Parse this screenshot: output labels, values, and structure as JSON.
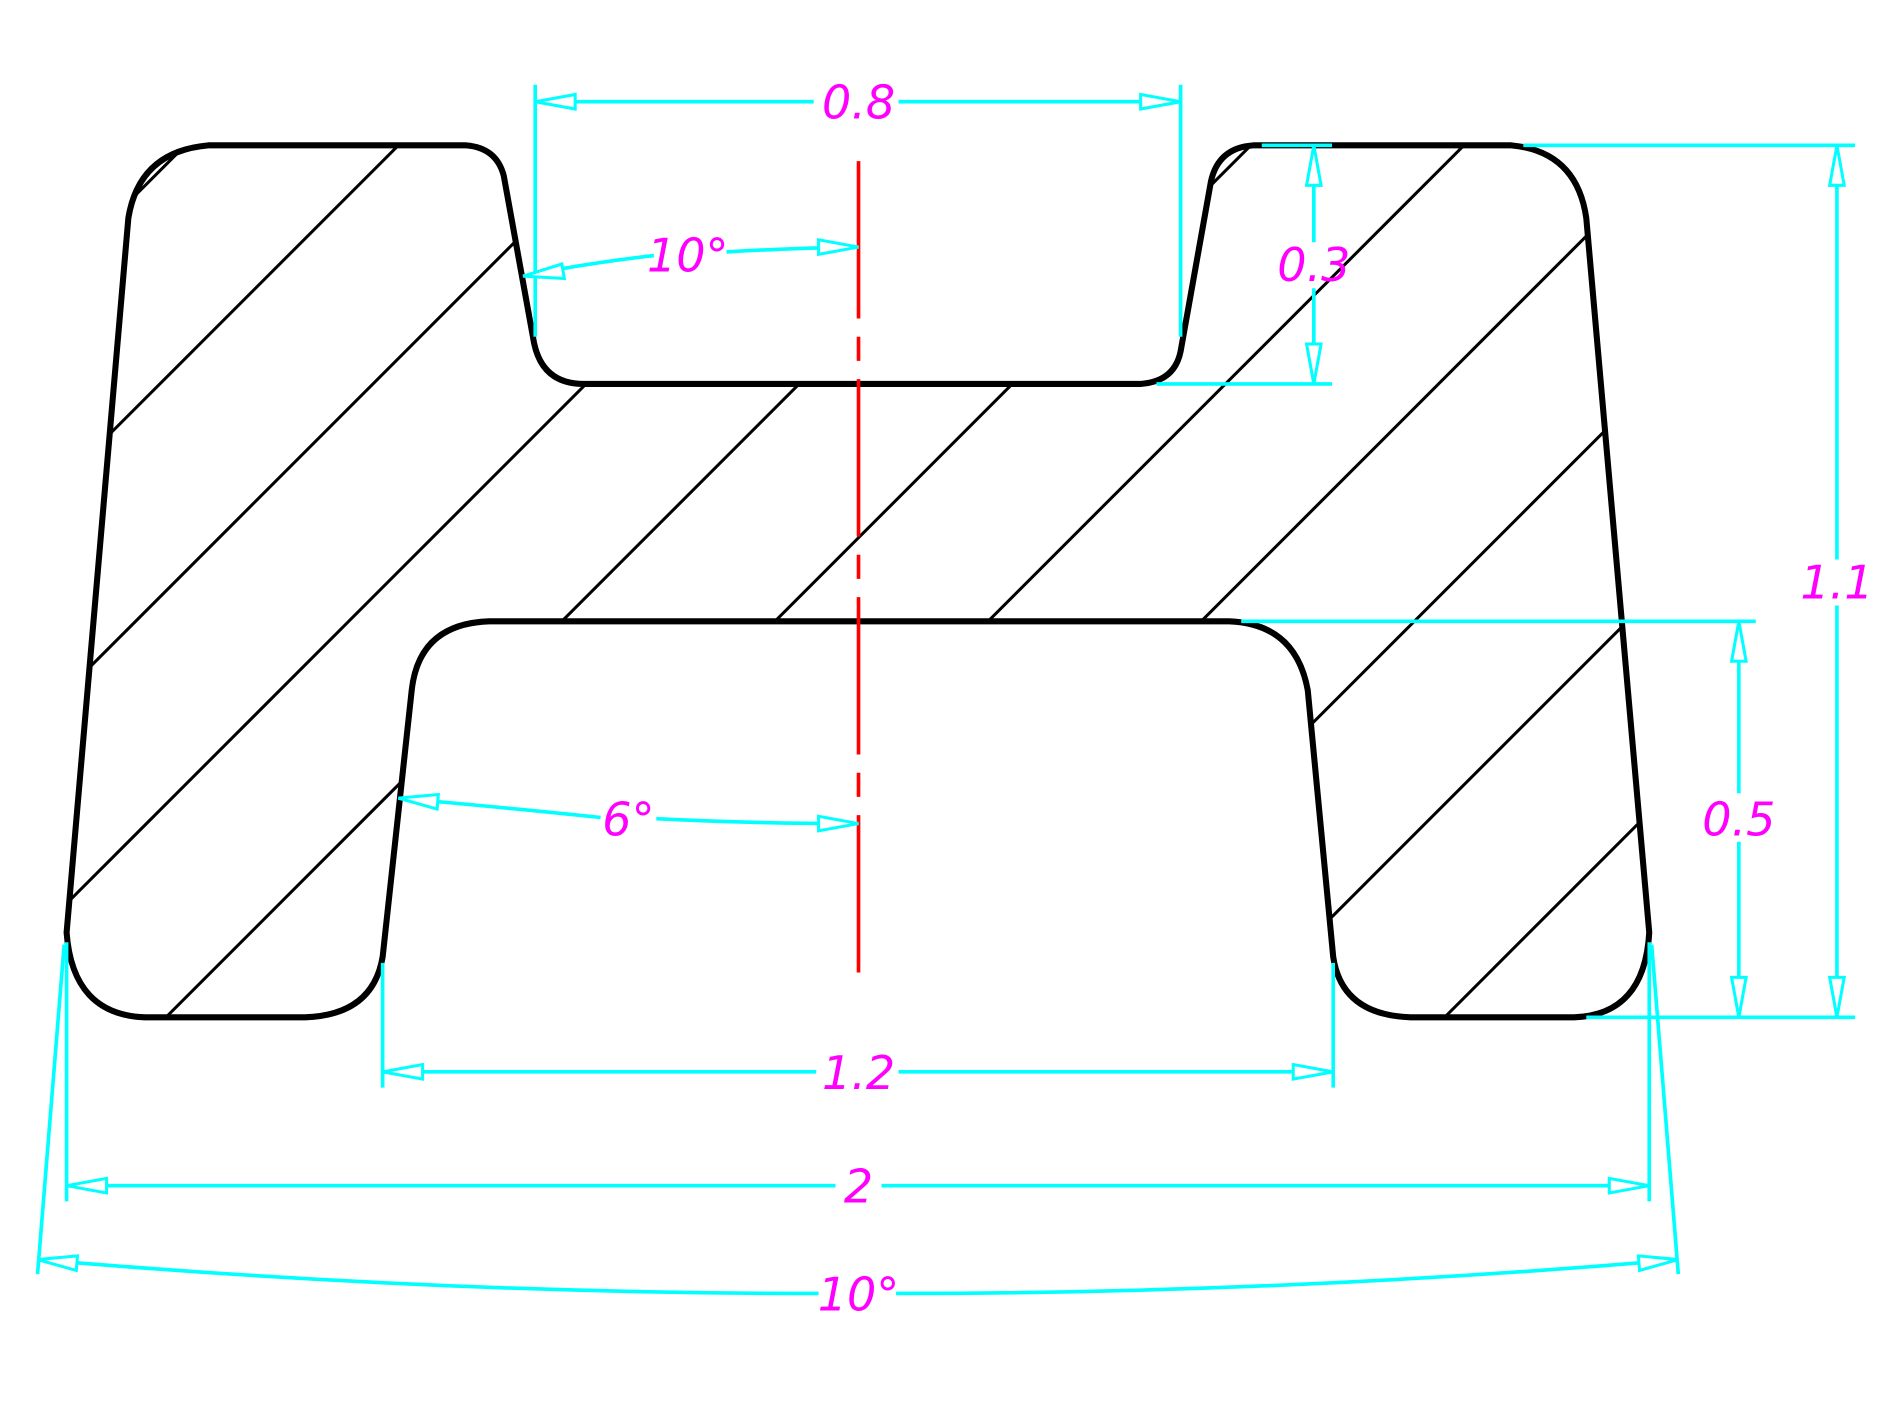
{
  "drawing": {
    "colors": {
      "outline": "#000000",
      "dimension": "#00ffff",
      "text": "#ff00ff",
      "centerline": "#ff0000"
    },
    "dimensions": {
      "top_opening_width": "0.8",
      "top_groove_angle": "10°",
      "top_groove_depth": "0.3",
      "total_height": "1.1",
      "bottom_opening_height": "0.5",
      "bottom_groove_angle": "6°",
      "bottom_opening_width": "1.2",
      "total_width": "2",
      "side_taper_angle": "10°"
    }
  }
}
